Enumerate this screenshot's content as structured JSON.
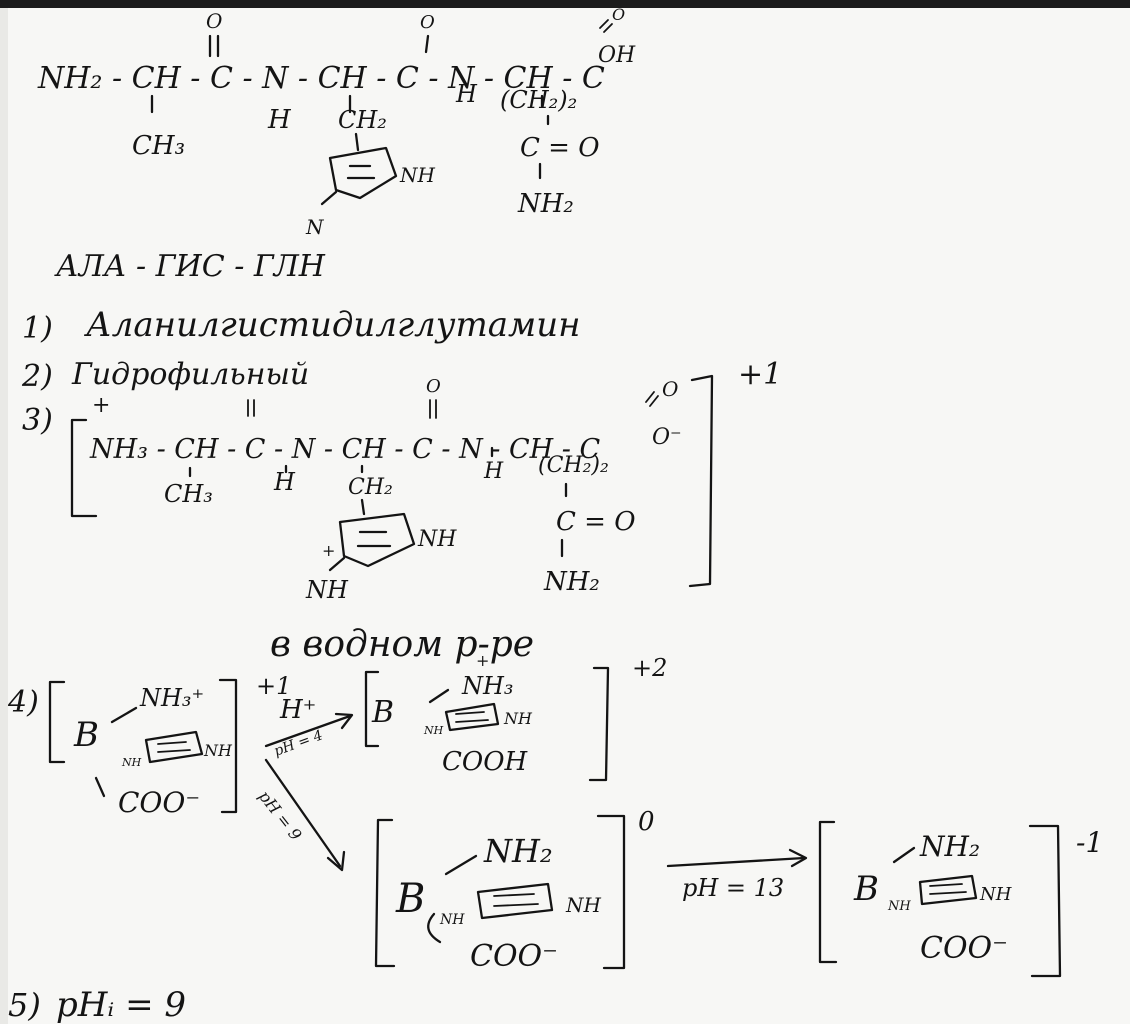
{
  "structures": {
    "top_peptide": {
      "line1": "NH₂ - CH - C - N - CH - C - N - CH - C",
      "carbonyl_o": "O",
      "oh": "OH",
      "methyl": "CH₃",
      "amide_h": "H",
      "ch2": "CH₂",
      "ring_nh": "NH",
      "ring_n": "N",
      "side_chain": "(CH₂)₂",
      "carbonyl": "C = O",
      "amine": "NH₂"
    },
    "abbreviation": "АЛА - ГИС - ГЛН"
  },
  "answers": {
    "item1": {
      "label": "1)",
      "text": "Аланилгистидилглутамин"
    },
    "item2": {
      "label": "2)",
      "text": "Гидрофильный"
    },
    "item3": {
      "label": "3)",
      "line1": "NH₃ - CH - C - N - CH - C - N - CH - C",
      "plus": "+",
      "charge": "+1",
      "o_minus": "O⁻",
      "ring_nh_plus": "NH",
      "caption": "в водном р-ре"
    },
    "item4": {
      "label": "4)",
      "b_letter": "B",
      "nh3_plus": "NH₃⁺",
      "nh3": "NH₃",
      "nh2": "NH₂",
      "nh": "NH",
      "coo_minus": "COO⁻",
      "cooh": "COOH",
      "h_plus": "H⁺",
      "charge_plus1": "+1",
      "charge_plus2": "+2",
      "charge_zero": "0",
      "charge_minus1": "-1",
      "arrow_ph4": "pH = 4",
      "arrow_ph9": "pH = 9",
      "arrow_ph13": "pH = 13"
    },
    "item5": {
      "label": "5)",
      "text": "pHᵢ = 9"
    }
  }
}
